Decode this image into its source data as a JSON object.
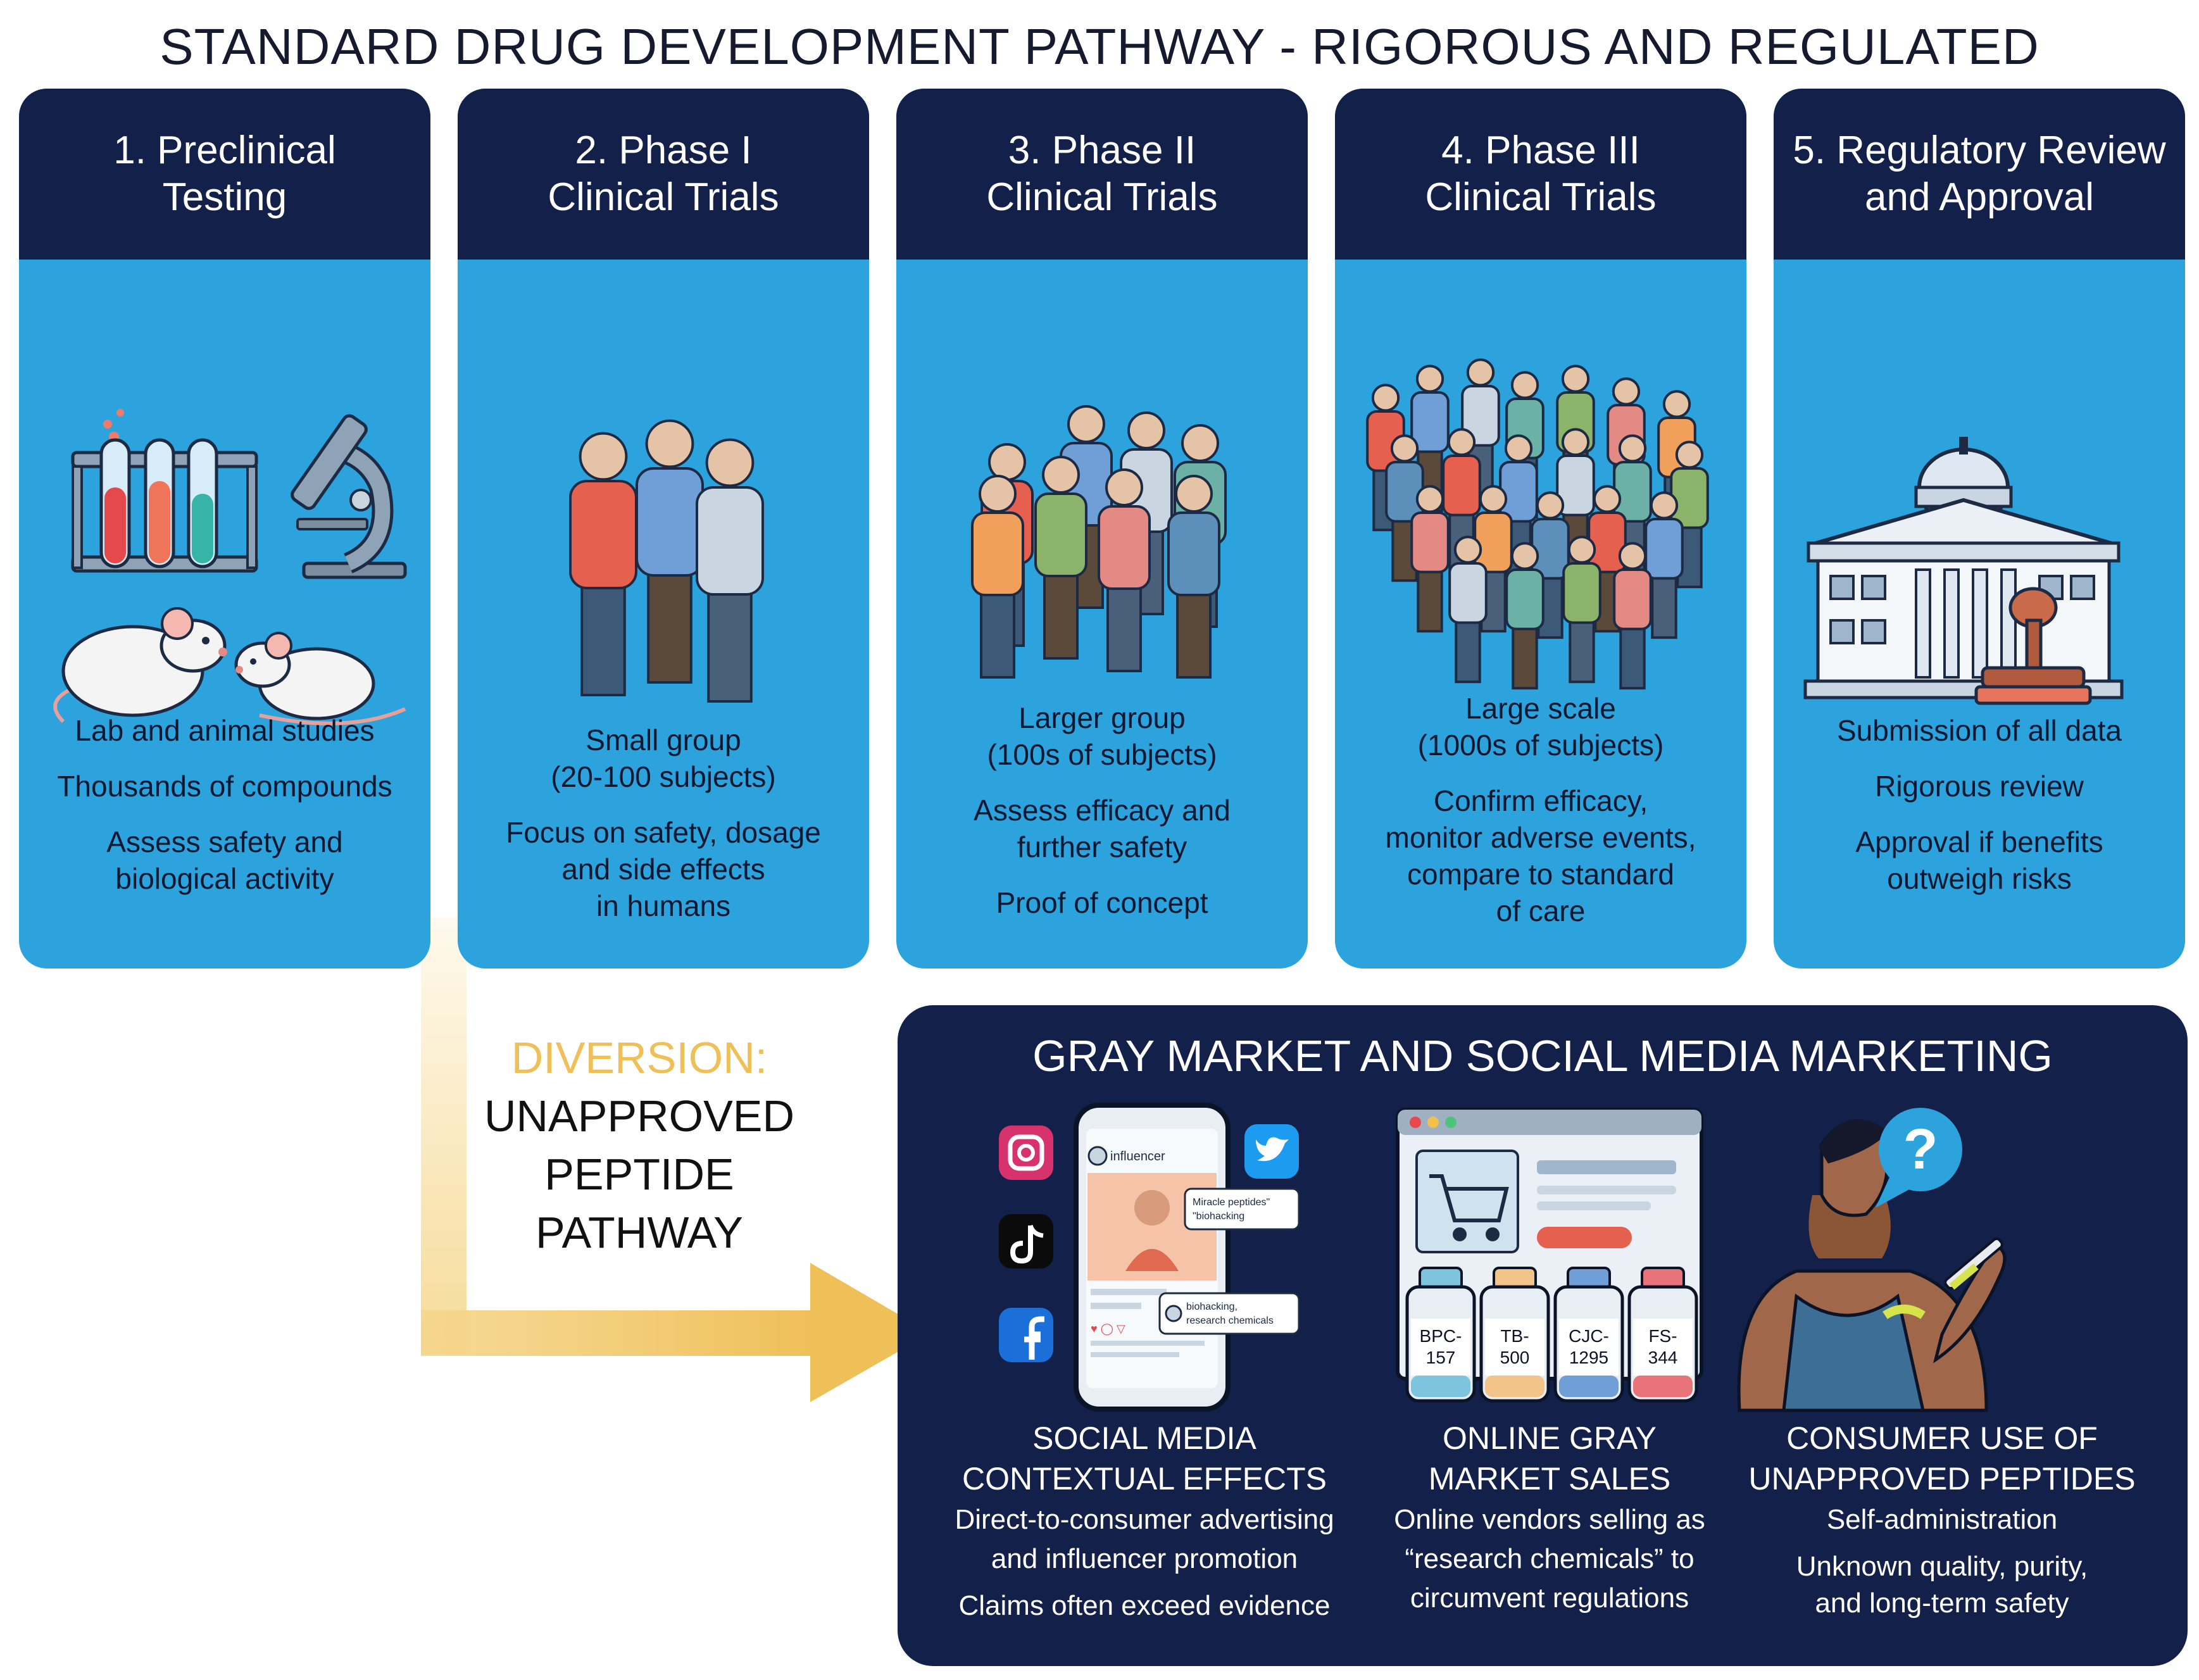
{
  "title": "STANDARD DRUG DEVELOPMENT PATHWAY - RIGOROUS AND REGULATED",
  "stages": [
    {
      "title_lines": [
        "1. Preclinical",
        "Testing"
      ],
      "icons": [
        "test-tubes-icon",
        "microscope-icon",
        "mouse-icon",
        "mouse-icon"
      ],
      "items": [
        "Lab and animal studies",
        "Thousands of compounds",
        "Assess safety and\nbiological activity"
      ]
    },
    {
      "title_lines": [
        "2. Phase I",
        "Clinical Trials"
      ],
      "icons": [
        "small-group-icon"
      ],
      "items": [
        "Small group\n(20-100 subjects)",
        "Focus on safety, dosage\nand side effects\nin humans"
      ]
    },
    {
      "title_lines": [
        "3. Phase II",
        "Clinical Trials"
      ],
      "icons": [
        "larger-group-icon"
      ],
      "items": [
        "Larger group\n(100s of subjects)",
        "Assess efficacy and\nfurther safety",
        "Proof of concept"
      ]
    },
    {
      "title_lines": [
        "4. Phase III",
        "Clinical Trials"
      ],
      "icons": [
        "crowd-icon"
      ],
      "items": [
        "Large scale\n(1000s of subjects)",
        "Confirm efficacy,\nmonitor adverse events,\ncompare to standard\nof care"
      ]
    },
    {
      "title_lines": [
        "5. Regulatory Review",
        "and Approval"
      ],
      "icons": [
        "government-building-icon",
        "approval-stamp-icon"
      ],
      "items": [
        "Submission of all data",
        "Rigorous review",
        "Approval if benefits\noutweigh risks"
      ]
    }
  ],
  "diversion": {
    "label": "DIVERSION:",
    "lines": [
      "UNAPPROVED",
      "PEPTIDE",
      "PATHWAY"
    ]
  },
  "gray_market": {
    "title": "GRAY MARKET AND SOCIAL MEDIA MARKETING",
    "phone": {
      "username": "influencer",
      "bubble1": [
        "Miracle peptides\"",
        "\"biohacking"
      ],
      "bubble2": [
        "biohacking,",
        "research chemicals"
      ]
    },
    "social_icons": [
      "instagram-icon",
      "tiktok-icon",
      "facebook-icon",
      "twitter-icon"
    ],
    "vials": [
      {
        "line1": "BPC-",
        "line2": "157",
        "color": "#7ec4df"
      },
      {
        "line1": "TB-",
        "line2": "500",
        "color": "#f2c48a"
      },
      {
        "line1": "CJC-",
        "line2": "1295",
        "color": "#6f9fd6"
      },
      {
        "line1": "FS-",
        "line2": "344",
        "color": "#e8747a"
      }
    ],
    "bubble_question": "?",
    "columns": [
      {
        "heading": "SOCIAL MEDIA\nCONTEXTUAL EFFECTS",
        "body": "Direct-to-consumer advertising\nand influencer promotion",
        "note": "Claims often exceed evidence"
      },
      {
        "heading": "ONLINE GRAY\nMARKET SALES",
        "body": "Online vendors selling as\n“research chemicals” to\ncircumvent regulations",
        "note": ""
      },
      {
        "heading": "CONSUMER USE OF\nUNAPPROVED PEPTIDES",
        "body": "Self-administration",
        "note": "Unknown quality, purity,\nand long-term safety"
      }
    ]
  },
  "colors": {
    "navy": "#13204a",
    "stage_blue": "#2ca3dc",
    "diversion_yellow": "#efbf58"
  }
}
